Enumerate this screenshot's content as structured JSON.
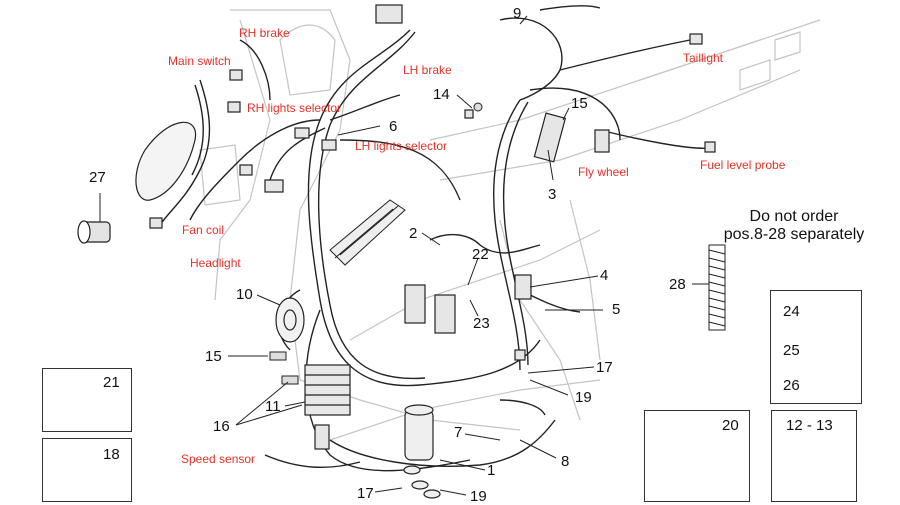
{
  "colors": {
    "callout_red": "#e8322a",
    "line": "#222222",
    "frame": "#b8b8b8"
  },
  "note": {
    "line1": "Do not order",
    "line2": "pos.8-28 separately"
  },
  "red_labels": [
    "RH brake",
    "Main switch",
    "LH brake",
    "RH lights selector",
    "LH lights selector",
    "Taillight",
    "Fly wheel",
    "Fuel level probe",
    "Fan coil",
    "Headlight",
    "Speed sensor"
  ],
  "numbers": [
    "9",
    "14",
    "15",
    "6",
    "27",
    "3",
    "2",
    "22",
    "23",
    "4",
    "5",
    "10",
    "15",
    "17",
    "19",
    "11",
    "16",
    "7",
    "8",
    "1",
    "17",
    "19",
    "28",
    "24",
    "25",
    "26",
    "21",
    "18",
    "20",
    "12 - 13"
  ]
}
